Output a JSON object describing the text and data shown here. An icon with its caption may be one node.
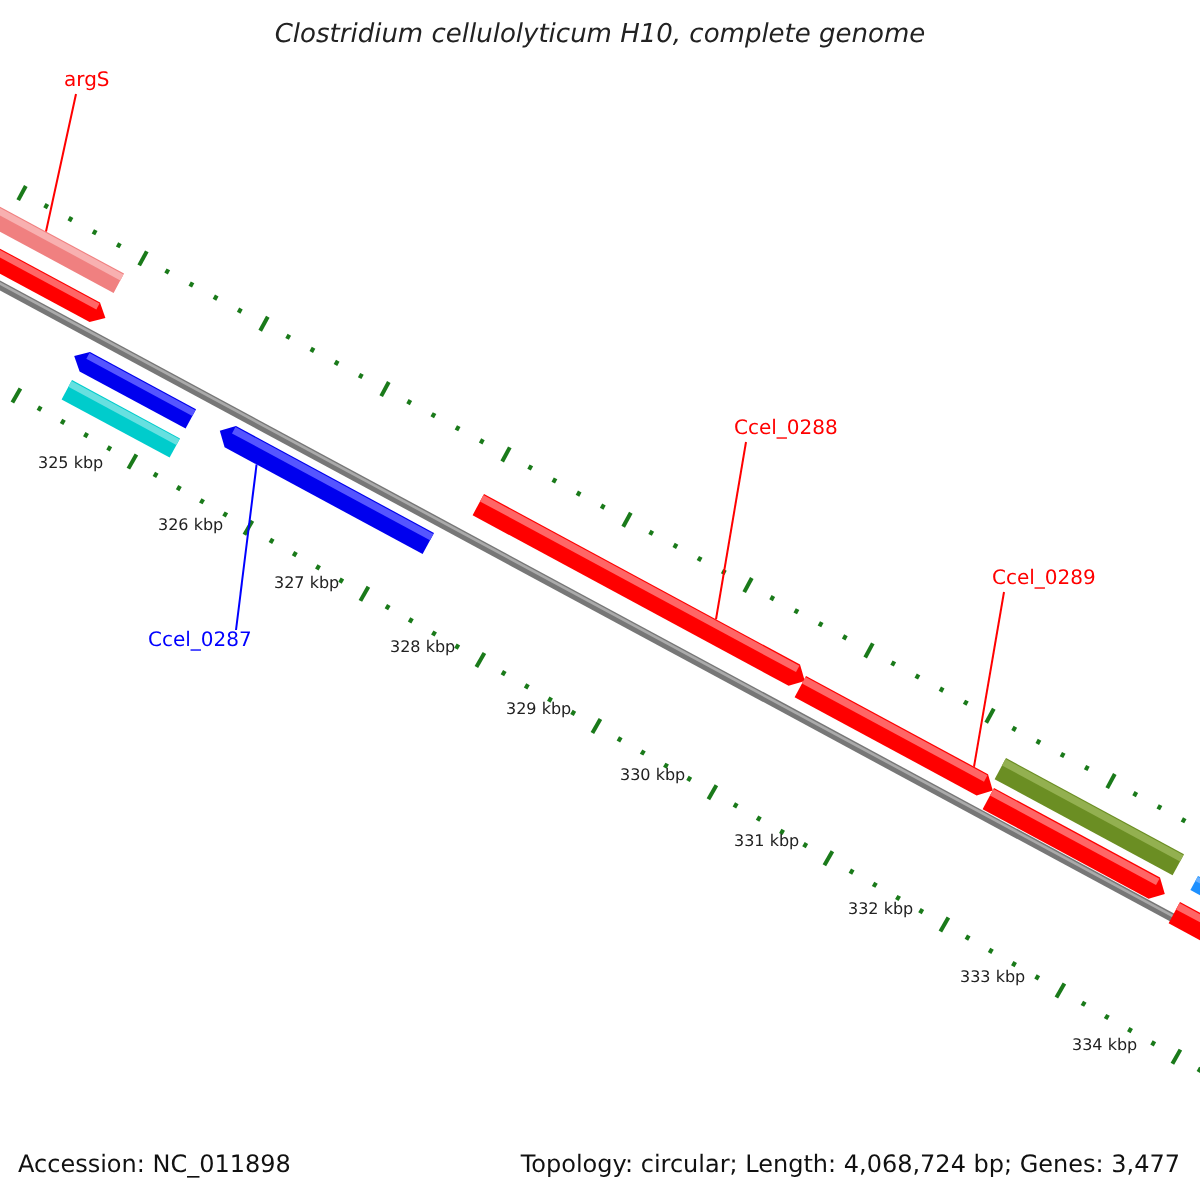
{
  "diagram": {
    "title": "Clostridium cellulolyticum H10, complete genome",
    "nodes": [
      {
        "text": [
          "argS"
        ]
      },
      {
        "text": [],
        "shape": "bar"
      },
      {
        "text": [],
        "shape": "bar"
      },
      {
        "text": [],
        "shape": "bar"
      },
      {
        "text": [],
        "shape": "bar"
      },
      {
        "text": [
          "Ccel_0287"
        ]
      },
      {
        "text": [],
        "shape": "bar"
      },
      {
        "text": [
          "Ccel_0288"
        ]
      },
      {
        "text": [],
        "shape": "bar"
      },
      {
        "text": [
          "Ccel_0289"
        ]
      },
      {
        "text": [],
        "shape": "bar"
      },
      {
        "text": [],
        "shape": "bar"
      },
      {
        "text": [],
        "shape": "bar"
      },
      {
        "text": [],
        "shape": "bar"
      },
      {
        "text": [],
        "shape": "bar"
      }
    ],
    "edges": [
      {
        "from": 0,
        "to": 1,
        "arrow": "none"
      },
      {
        "from": 5,
        "to": 6,
        "arrow": "none",
        "color": "#0000ff"
      },
      {
        "from": 7,
        "to": 8,
        "arrow": "none"
      },
      {
        "from": 9,
        "to": 10,
        "arrow": "none"
      }
    ],
    "labels": [
      "325 kbp",
      "326 kbp",
      "327 kbp",
      "328 kbp",
      "329 kbp",
      "330 kbp",
      "331 kbp",
      "332 kbp",
      "333 kbp",
      "334 kbp",
      "Accession: NC_011898",
      "Topology: circular; Length: 4,068,724 bp; Genes: 3,477"
    ]
  }
}
